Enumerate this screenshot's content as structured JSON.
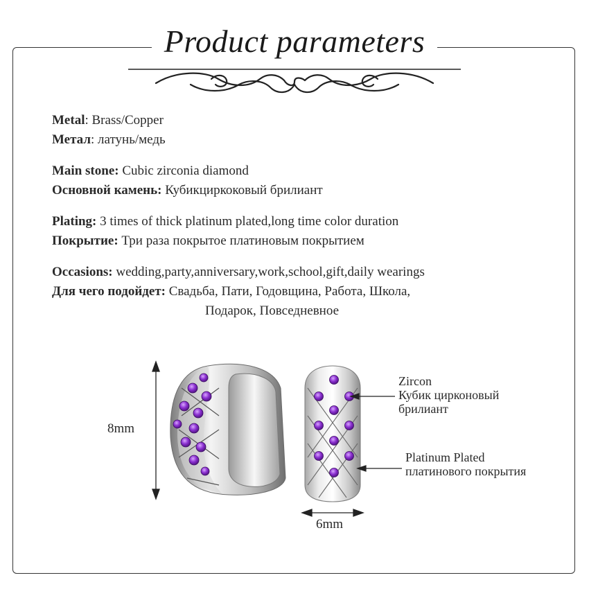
{
  "title": "Product parameters",
  "params": {
    "metal": {
      "label_en": "Metal",
      "value_en": ": Brass/Copper",
      "label_ru": "Метал",
      "value_ru": ": латунь/медь"
    },
    "stone": {
      "label_en": "Main stone:",
      "value_en": " Cubic zirconia diamond",
      "label_ru": "Основной камень:",
      "value_ru": " Кубикциркоковый брилиант"
    },
    "plating": {
      "label_en": "Plating:",
      "value_en": "  3 times of thick platinum plated,long time color duration",
      "label_ru": "Покрытие:",
      "value_ru": " Три раза покрытое платиновым покрытием"
    },
    "occasions": {
      "label_en": "Occasions:",
      "value_en": " wedding,party,anniversary,work,school,gift,daily wearings",
      "label_ru": "Для чего подойдет:",
      "value_ru": "  Свадьба, Пати, Годовщина, Работа, Школа,",
      "value_ru_2": "Подарок, Повседневное"
    }
  },
  "dimensions": {
    "height": "8mm",
    "width": "6mm"
  },
  "callouts": {
    "zircon_en": "Zircon",
    "zircon_ru_1": "Кубик цирконовый",
    "zircon_ru_2": "брилиант",
    "plated_en": "Platinum Plated",
    "plated_ru": "платинового покрытия"
  },
  "colors": {
    "stone": "#7a2fbf",
    "metal_light": "#f2f2f2",
    "metal_dark": "#8a8a8a",
    "border": "#333333"
  }
}
